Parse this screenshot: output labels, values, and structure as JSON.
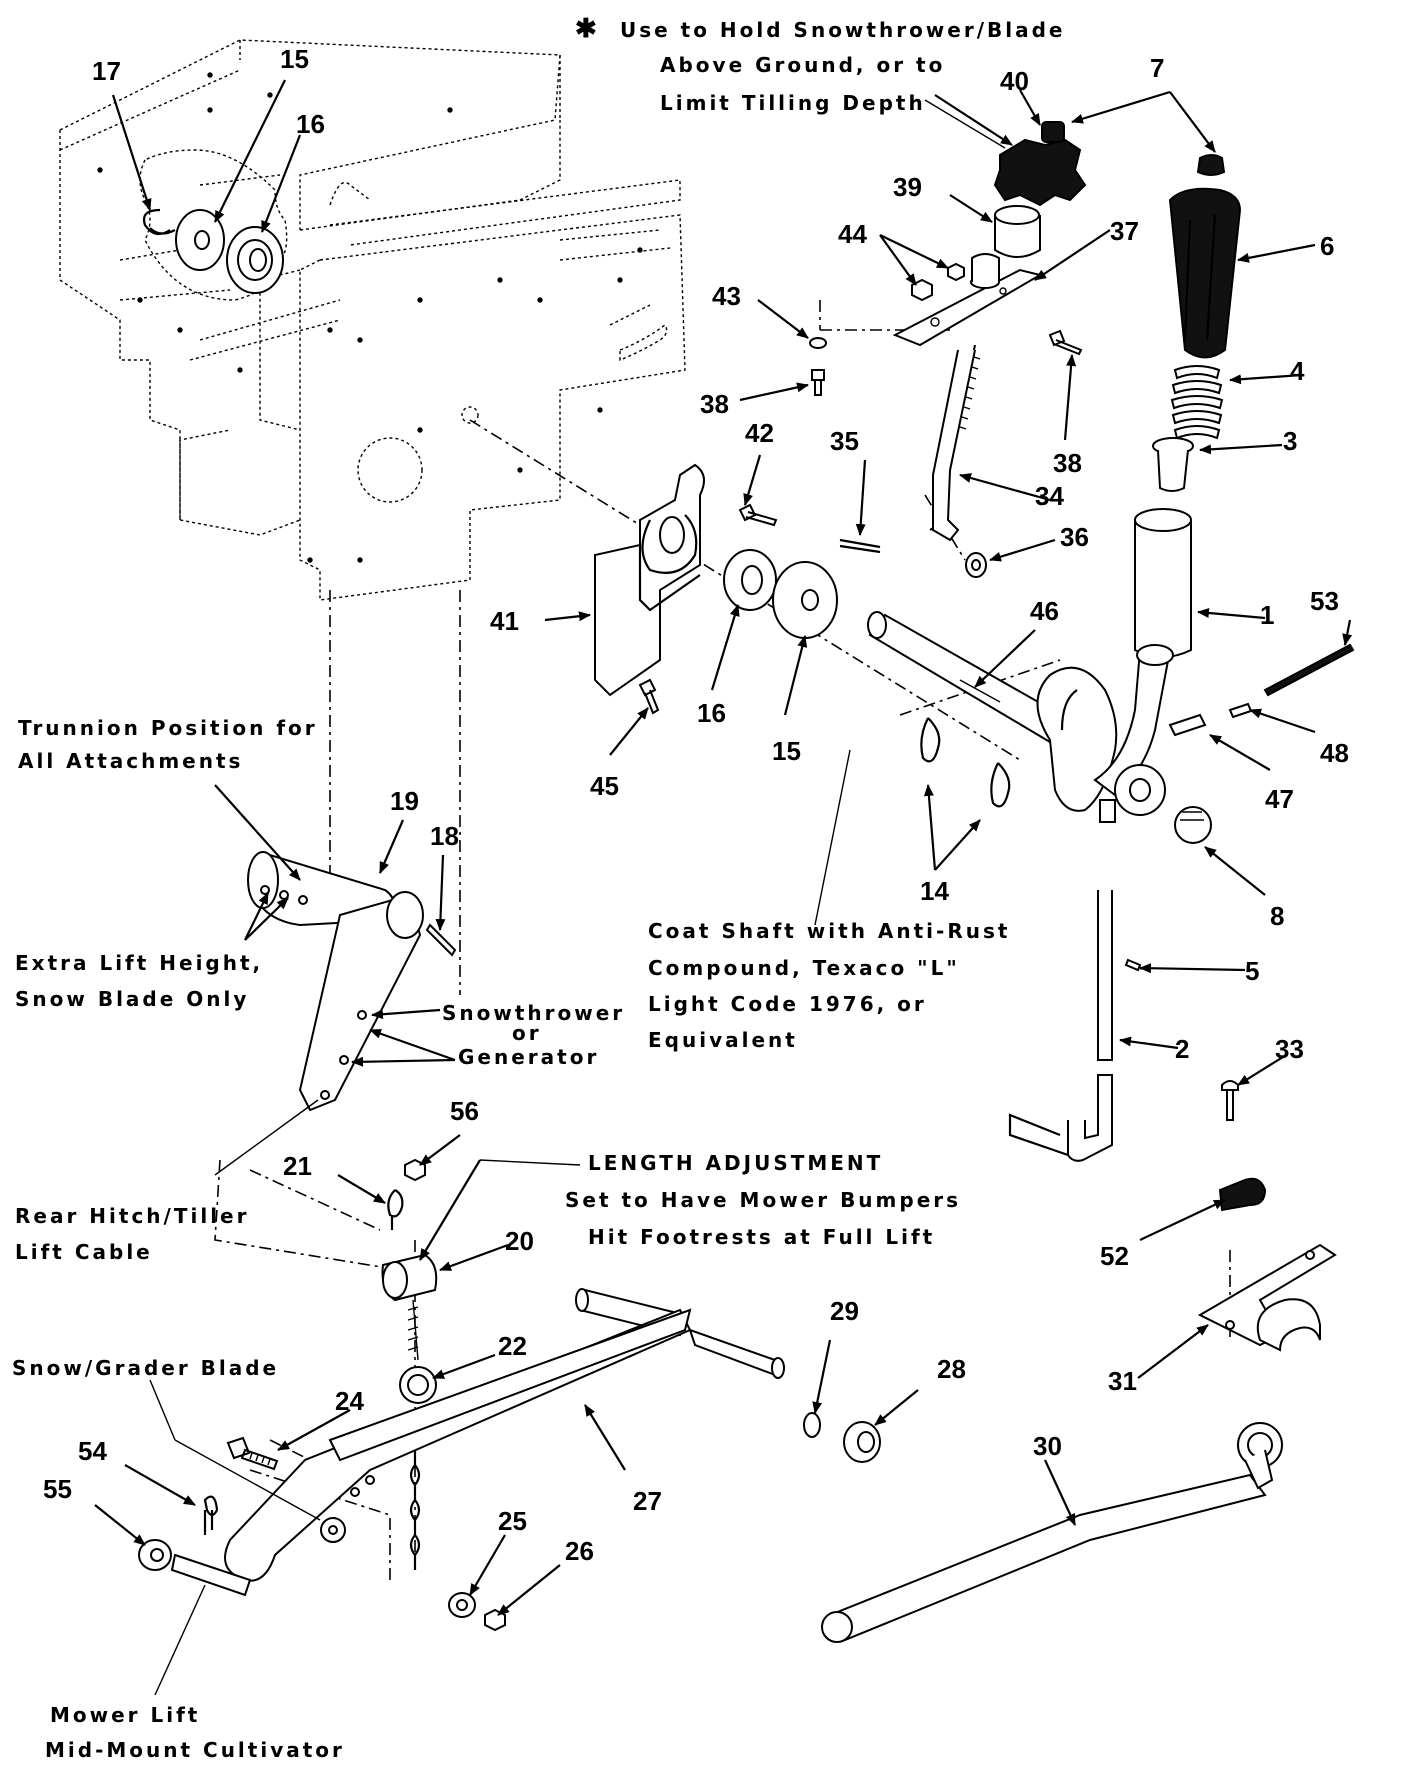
{
  "notes": {
    "star_symbol": "✱",
    "star_line1": "Use to Hold Snowthrower/Blade",
    "star_line2": "Above Ground, or to",
    "star_line3": "Limit Tilling Depth",
    "trunnion_line1": "Trunnion Position for",
    "trunnion_line2": "All Attachments",
    "extra_line1": "Extra Lift Height,",
    "extra_line2": "Snow Blade Only",
    "snowthrower": "Snowthrower",
    "or": "or",
    "generator": "Generator",
    "coat_line1": "Coat Shaft with Anti-Rust",
    "coat_line2": "Compound, Texaco \"L\"",
    "coat_line3": "Light Code 1976, or",
    "coat_line4": "Equivalent",
    "length_line1": "LENGTH ADJUSTMENT",
    "length_line2": "Set to Have Mower Bumpers",
    "length_line3": "Hit Footrests at Full Lift",
    "rear_line1": "Rear Hitch/Tiller",
    "rear_line2": "Lift Cable",
    "snowgrader": "Snow/Grader Blade",
    "mower_line1": "Mower Lift",
    "mower_line2": "Mid-Mount Cultivator"
  },
  "part_numbers": {
    "p17": "17",
    "p15a": "15",
    "p16a": "16",
    "p40": "40",
    "p7": "7",
    "p39": "39",
    "p44": "44",
    "p37": "37",
    "p6": "6",
    "p43": "43",
    "p38a": "38",
    "p38b": "38",
    "p4": "4",
    "p3": "3",
    "p42": "42",
    "p35": "35",
    "p34": "34",
    "p36": "36",
    "p1": "1",
    "p41": "41",
    "p46": "46",
    "p53": "53",
    "p16b": "16",
    "p15b": "15",
    "p45": "45",
    "p48": "48",
    "p47": "47",
    "p14": "14",
    "p8": "8",
    "p19": "19",
    "p18": "18",
    "p5": "5",
    "p2": "2",
    "p33": "33",
    "p56": "56",
    "p21": "21",
    "p20": "20",
    "p52": "52",
    "p31": "31",
    "p29": "29",
    "p28": "28",
    "p22": "22",
    "p24": "24",
    "p27": "27",
    "p54": "54",
    "p55": "55",
    "p25": "25",
    "p26": "26",
    "p30": "30"
  }
}
